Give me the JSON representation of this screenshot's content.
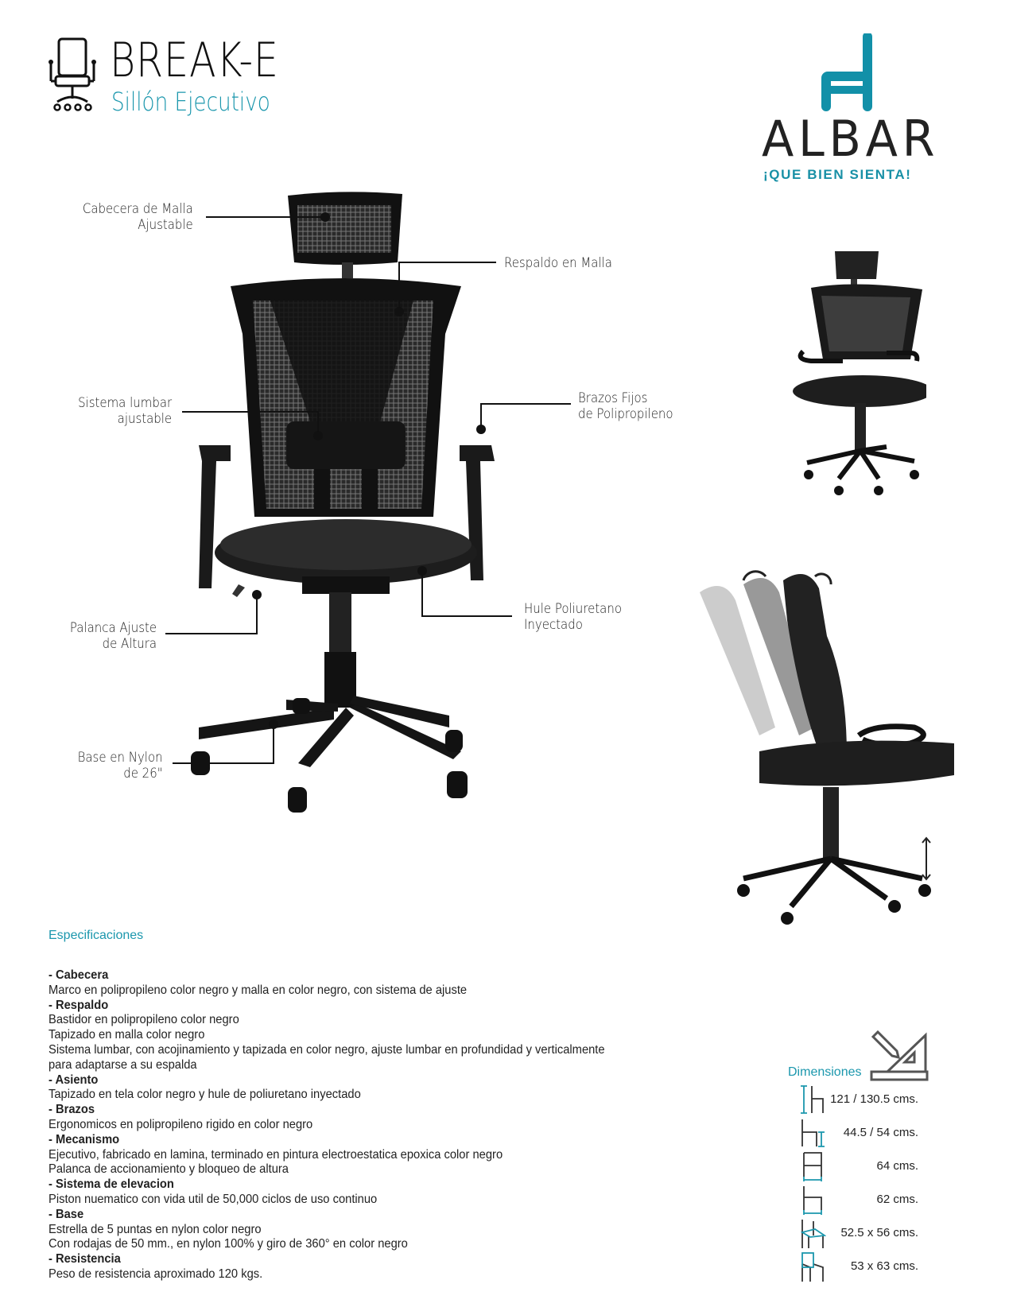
{
  "header": {
    "product_name": "BREAK-E",
    "product_type": "Sillón Ejecutivo",
    "brand": "ALBAR",
    "slogan": "¡QUE BIEN SIENTA!"
  },
  "callouts": {
    "headrest": [
      "Cabecera de Malla",
      "Ajustable"
    ],
    "backrest": [
      "Respaldo en Malla"
    ],
    "lumbar": [
      "Sistema lumbar",
      "ajustable"
    ],
    "arms": [
      "Brazos Fijos",
      "de Polipropileno"
    ],
    "lever": [
      "Palanca Ajuste",
      "de Altura"
    ],
    "foam": [
      "Hule Poliuretano",
      "Inyectado"
    ],
    "base": [
      "Base en Nylon",
      "de 26\""
    ]
  },
  "specs": {
    "title": "Especificaciones",
    "sections": [
      {
        "heading": "- Cabecera",
        "lines": [
          "Marco en polipropileno color negro y malla en color negro, con sistema de ajuste"
        ]
      },
      {
        "heading": "- Respaldo",
        "lines": [
          "Bastidor en polipropileno color negro",
          "Tapizado en malla color negro",
          "Sistema lumbar, con acojinamiento y tapizada en color negro, ajuste lumbar en profundidad y verticalmente",
          "para adaptarse a su espalda"
        ]
      },
      {
        "heading": "- Asiento",
        "lines": [
          "Tapizado en tela color negro y hule de poliuretano inyectado"
        ]
      },
      {
        "heading": "- Brazos",
        "lines": [
          "Ergonomicos en polipropileno rigido en color negro"
        ]
      },
      {
        "heading": "- Mecanismo",
        "lines": [
          "Ejecutivo, fabricado en lamina, terminado en pintura electroestatica epoxica color negro",
          "Palanca de accionamiento y bloqueo de altura"
        ]
      },
      {
        "heading": "- Sistema de elevacion",
        "lines": [
          "Piston nuematico con vida util de 50,000 ciclos de uso continuo"
        ]
      },
      {
        "heading": "- Base",
        "lines": [
          "Estrella de 5 puntas en nylon color negro",
          "Con rodajas de 50 mm., en nylon 100% y giro de 360° en color negro"
        ]
      },
      {
        "heading": "- Resistencia",
        "lines": [
          "Peso de resistencia aproximado 120 kgs."
        ]
      }
    ]
  },
  "dimensions": {
    "title": "Dimensiones",
    "rows": [
      {
        "icon": "total-height-icon",
        "value": "121 / 130.5 cms."
      },
      {
        "icon": "seat-height-icon",
        "value": "44.5 / 54 cms."
      },
      {
        "icon": "total-width-icon",
        "value": "64 cms."
      },
      {
        "icon": "seat-width-icon",
        "value": "62 cms."
      },
      {
        "icon": "seat-depth-icon",
        "value": "52.5 x 56 cms."
      },
      {
        "icon": "back-size-icon",
        "value": "53 x 63 cms."
      }
    ]
  },
  "colors": {
    "accent": "#1b97ad",
    "text": "#222222"
  }
}
